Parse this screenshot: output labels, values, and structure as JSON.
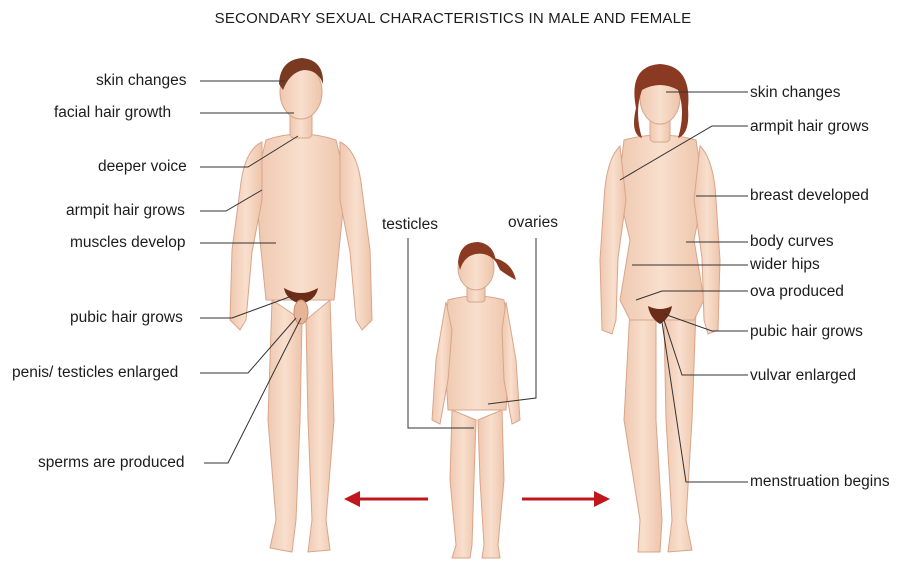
{
  "title": "SECONDARY SEXUAL CHARACTERISTICS  IN MALE AND FEMALE",
  "male_labels": {
    "skin": "skin changes",
    "facial": "facial hair growth",
    "voice": "deeper voice",
    "armpit": "armpit hair grows",
    "muscles": "muscles develop",
    "pubic": "pubic hair grows",
    "penis": "penis/ testicles enlarged",
    "sperms": "sperms are produced"
  },
  "child_labels": {
    "testicles": "testicles",
    "ovaries": "ovaries"
  },
  "female_labels": {
    "skin": "skin changes",
    "armpit": "armpit hair grows",
    "breast": "breast developed",
    "curves": "body curves",
    "hips": "wider hips",
    "ova": "ova produced",
    "pubic": "pubic hair grows",
    "vulvar": "vulvar enlarged",
    "menstruation": "menstruation begins"
  },
  "colors": {
    "skin": "#f6d7c3",
    "skin_shade": "#ecbfa5",
    "hair_male": "#7a3a22",
    "hair_female": "#8a3a22",
    "arrow": "#c0171c",
    "line": "#333333"
  }
}
